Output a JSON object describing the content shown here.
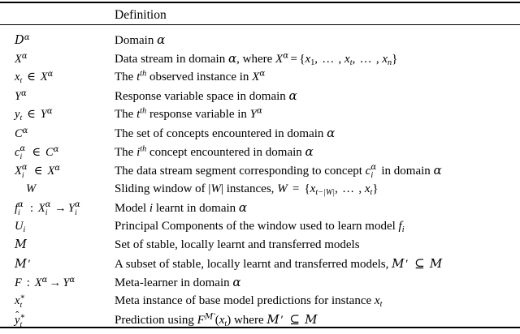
{
  "table": {
    "header": {
      "symbol_label": "",
      "definition_label": "Definition"
    },
    "rows": [
      {
        "symbol_text": "D^α",
        "definition_text": "Domain α"
      },
      {
        "symbol_text": "X^α",
        "definition_text": "Data stream in domain α, where X^α = {x₁, … , xₜ, … , xₙ}"
      },
      {
        "symbol_text": "xₜ ∈ X^α",
        "definition_text": "The tᵗʰ observed instance in X^α"
      },
      {
        "symbol_text": "Y^α",
        "definition_text": "Response variable space in domain α"
      },
      {
        "symbol_text": "yₜ ∈ Y^α",
        "definition_text": "The tᵗʰ response variable in Y^α"
      },
      {
        "symbol_text": "C^α",
        "definition_text": "The set of concepts encountered in domain α"
      },
      {
        "symbol_text": "cᵢ^α ∈ C^α",
        "definition_text": "The iᵗʰ concept encountered in domain α"
      },
      {
        "symbol_text": "Xᵢ^α ∈ X^α",
        "definition_text": "The data stream segment corresponding to concept cᵢ^α in domain α"
      },
      {
        "symbol_text": "W",
        "definition_text": "Sliding window of |W| instances, W = {xₜ₋|W|, … , xₜ}"
      },
      {
        "symbol_text": "fᵢ^α : Xᵢ^α → Yᵢ^α",
        "definition_text": "Model i learnt in domain α"
      },
      {
        "symbol_text": "Uᵢ",
        "definition_text": "Principal Components of the window used to learn model fᵢ"
      },
      {
        "symbol_text": "M",
        "definition_text": "Set of stable, locally learnt and transferred models"
      },
      {
        "symbol_text": "M′",
        "definition_text": "A subset of stable, locally learnt and transferred models, M′ ⊆ M"
      },
      {
        "symbol_text": "F : X^α → Y^α",
        "definition_text": "Meta-learner in domain α"
      },
      {
        "symbol_text": "xₜ*",
        "definition_text": "Meta instance of base model predictions for instance xₜ"
      },
      {
        "symbol_text": "ŷₜ*",
        "definition_text": "Prediction using F^{M′}(xₜ) where M′ ⊆ M"
      }
    ]
  },
  "style": {
    "rule_color": "#000000",
    "text_color": "#000000",
    "background_color": "#ffffff"
  }
}
